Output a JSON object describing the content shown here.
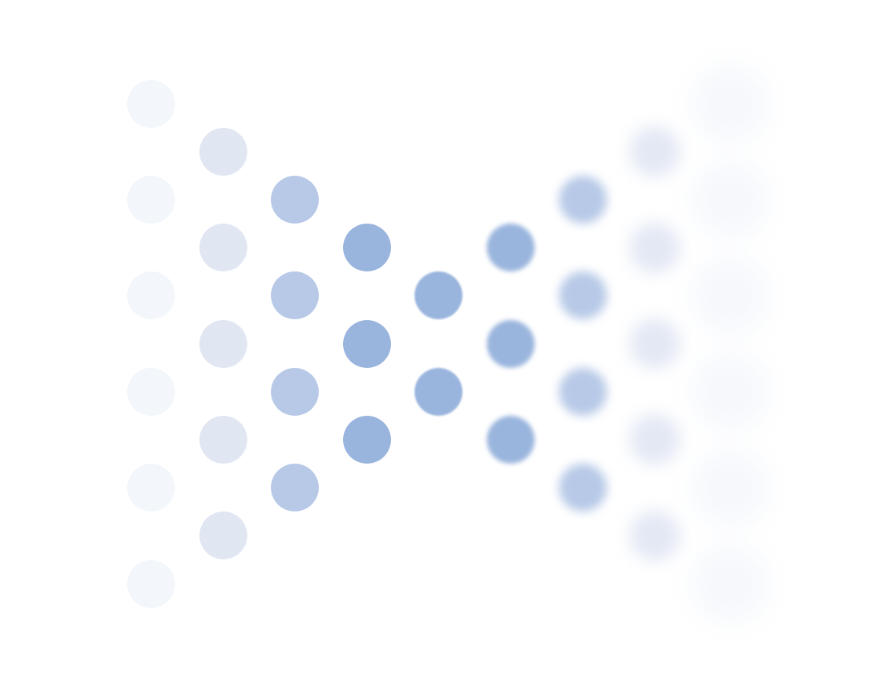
{
  "graphic": {
    "columns": [
      {
        "dots": 6,
        "color": "#f3f6fb"
      },
      {
        "dots": 5,
        "color": "#e0e7f3"
      },
      {
        "dots": 4,
        "color": "#b7c9e7"
      },
      {
        "dots": 3,
        "color": "#9ab5dd"
      },
      {
        "dots": 2,
        "color": "#9ab5dd"
      },
      {
        "dots": 3,
        "color": "#9ab5dd"
      },
      {
        "dots": 4,
        "color": "#b7c9e7"
      },
      {
        "dots": 5,
        "color": "#e3e8f4"
      },
      {
        "dots": 6,
        "color": "#f6f8fc"
      }
    ]
  }
}
